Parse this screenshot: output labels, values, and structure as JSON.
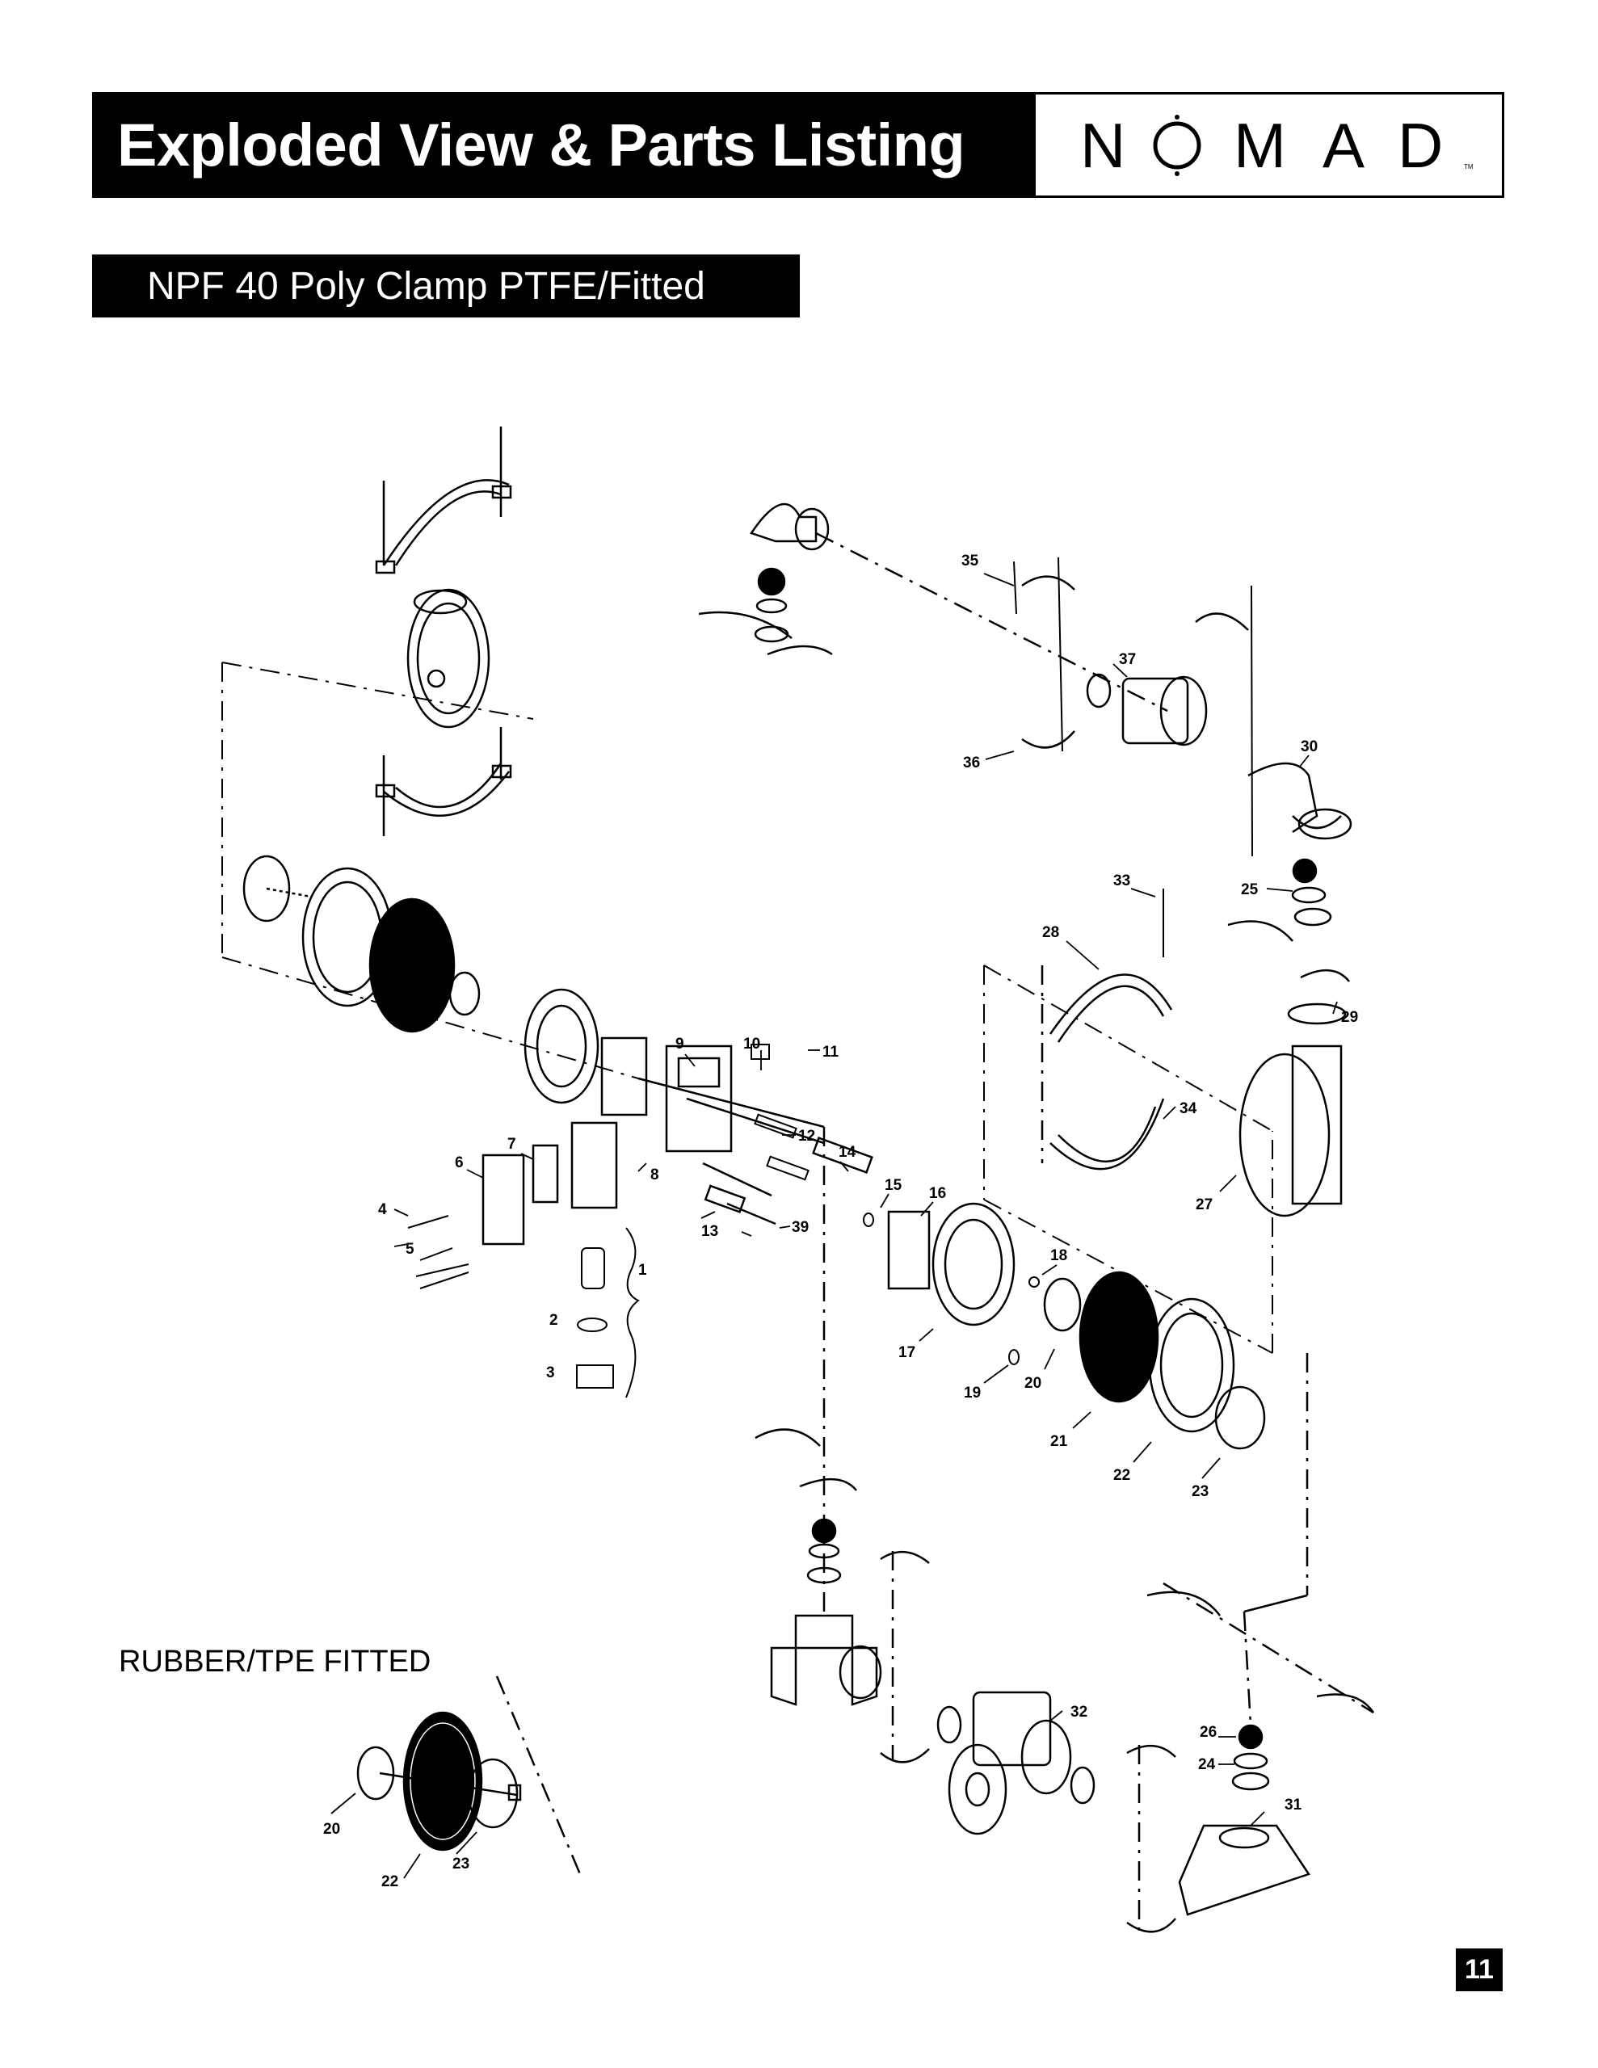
{
  "header": {
    "title": "Exploded View & Parts Listing",
    "logo_text": [
      "N",
      "M",
      "A",
      "D"
    ],
    "logo_mark": "TM"
  },
  "subtitle": "NPF 40 Poly Clamp PTFE/Fitted",
  "inset_title": "RUBBER/TPE FITTED",
  "page_number": "11",
  "callouts": {
    "c1": "1",
    "c2": "2",
    "c3": "3",
    "c4": "4",
    "c5": "5",
    "c6": "6",
    "c7": "7",
    "c8": "8",
    "c9": "9",
    "c10": "10",
    "c11": "11",
    "c12": "12",
    "c13": "13",
    "c14": "14",
    "c15": "15",
    "c16": "16",
    "c17": "17",
    "c18": "18",
    "c19": "19",
    "c20": "20",
    "c21": "21",
    "c22": "22",
    "c23": "23",
    "c24": "24",
    "c25": "25",
    "c26": "26",
    "c27": "27",
    "c28": "28",
    "c29": "29",
    "c30": "30",
    "c31": "31",
    "c32": "32",
    "c33": "33",
    "c34": "34",
    "c35": "35",
    "c36": "36",
    "c37": "37",
    "c39": "39",
    "i20": "20",
    "i22": "22",
    "i23": "23"
  }
}
